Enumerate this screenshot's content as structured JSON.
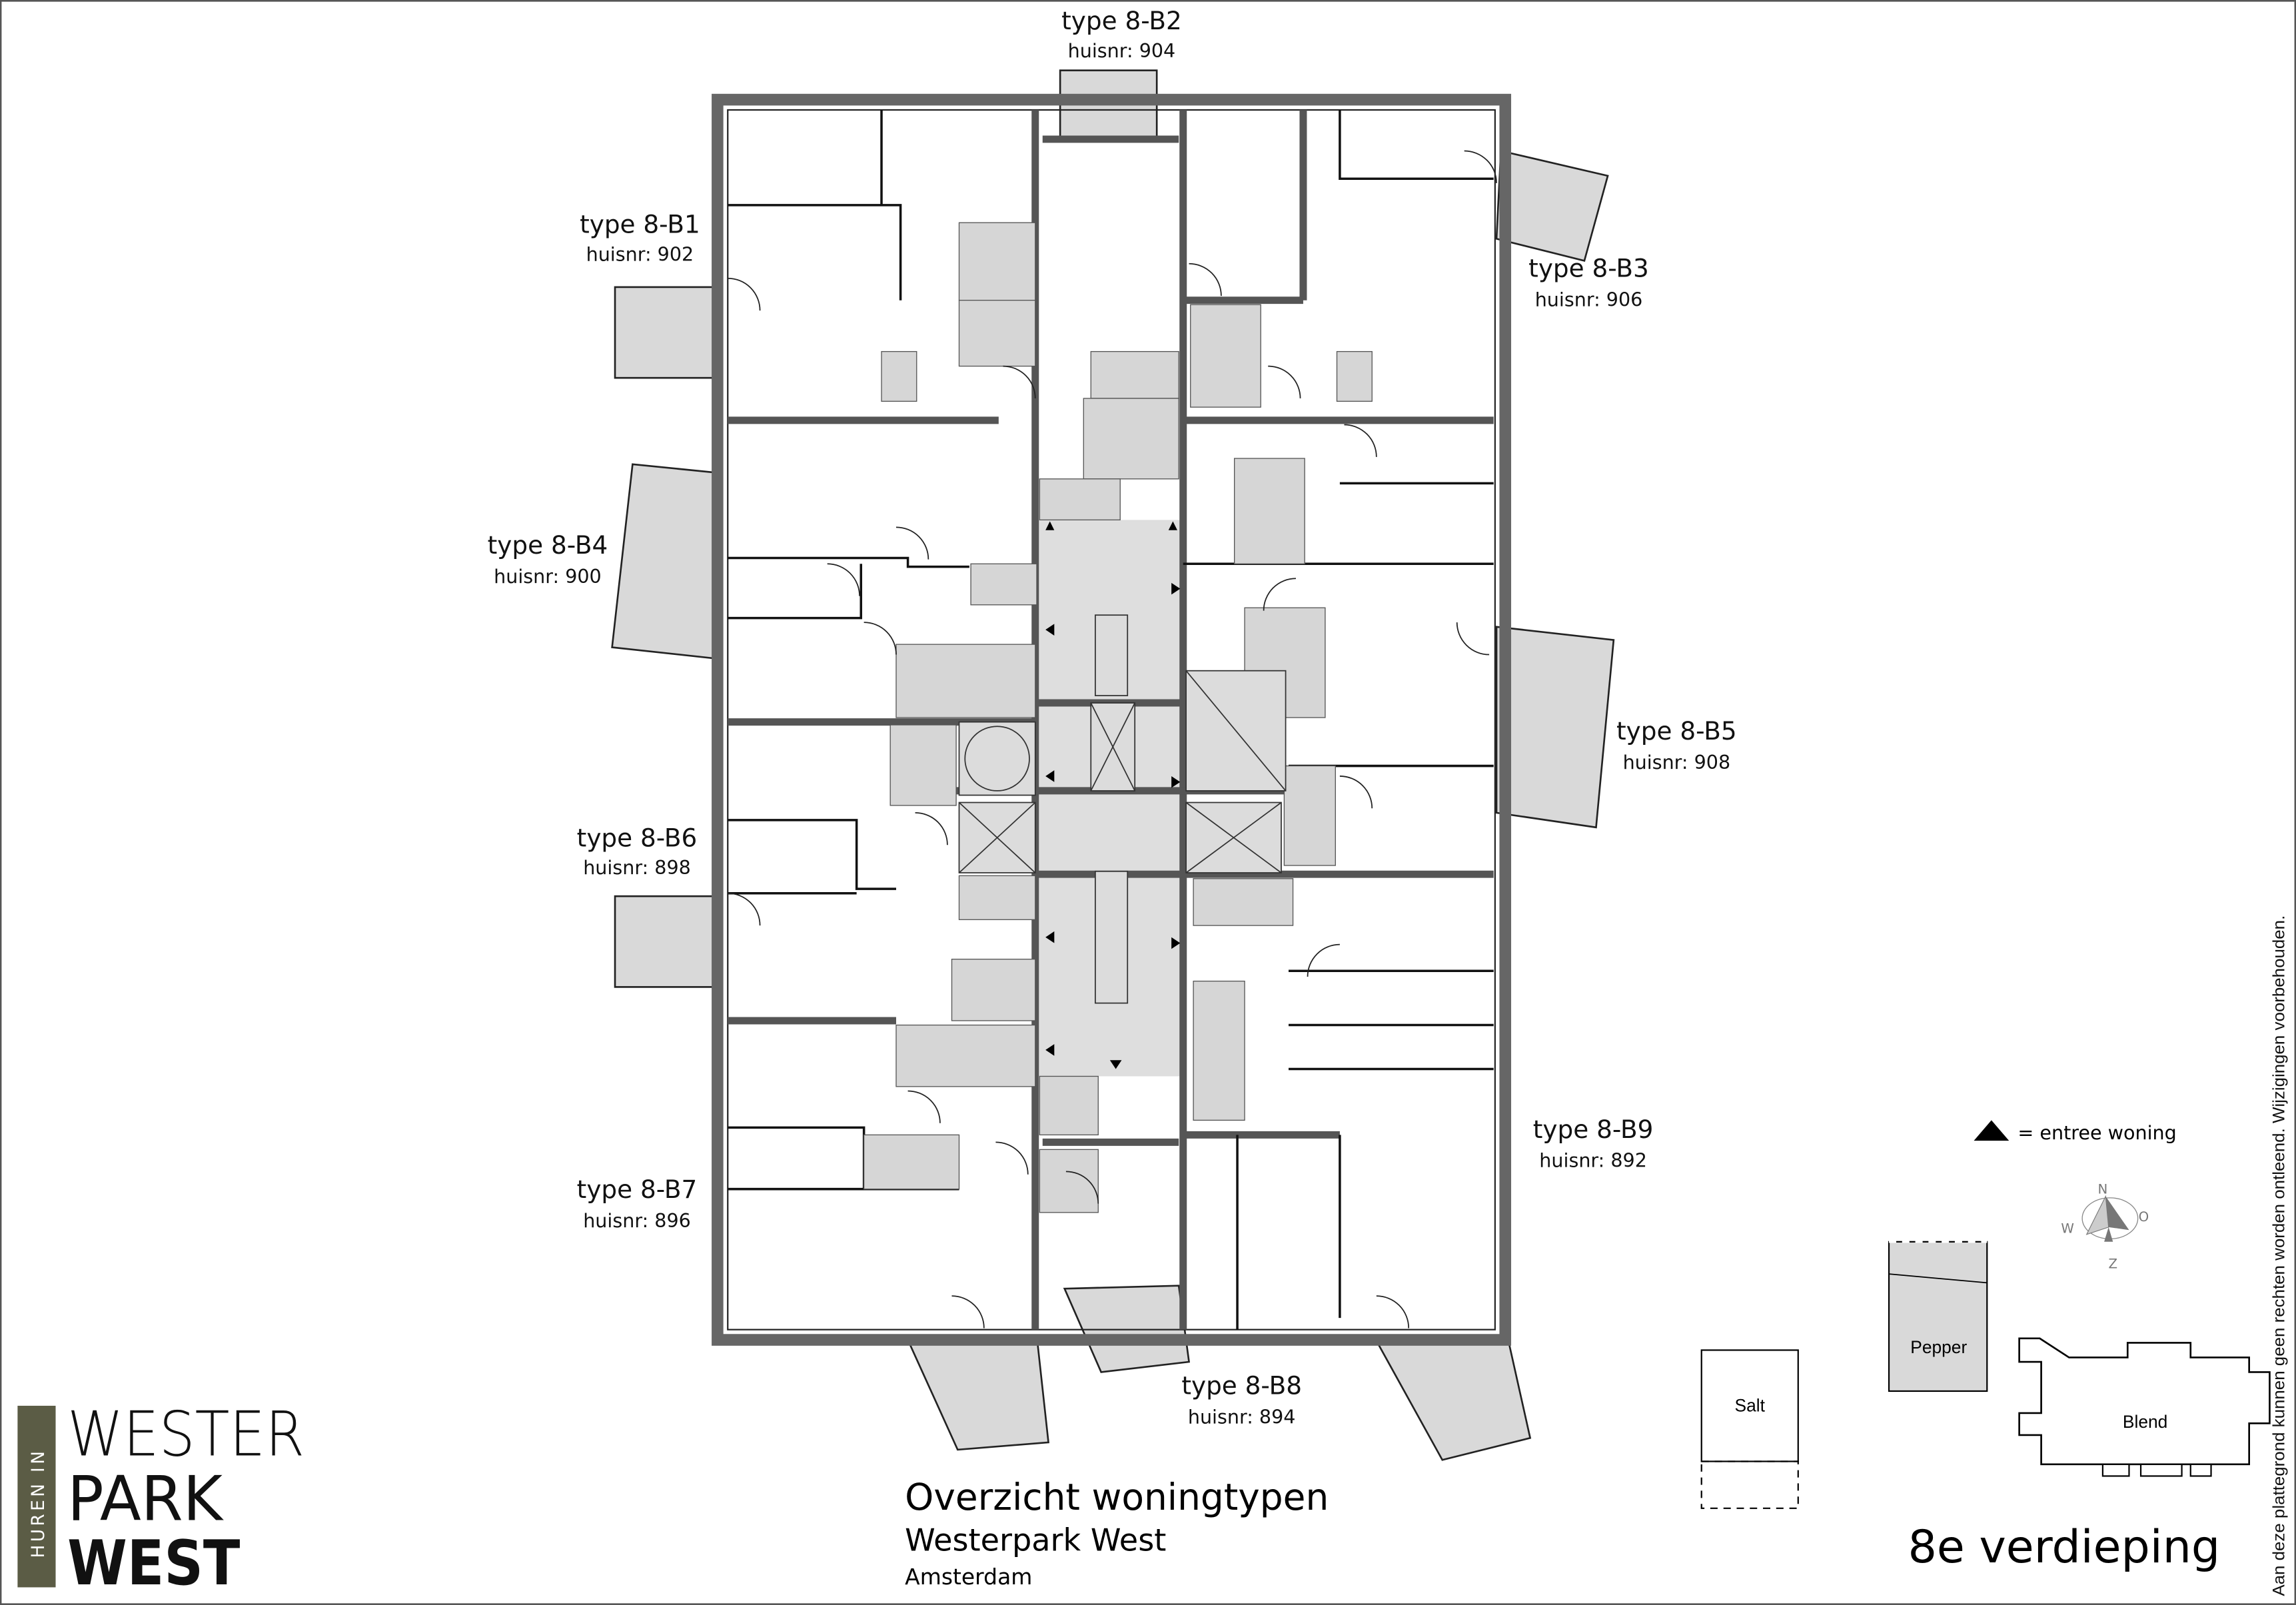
{
  "units": [
    {
      "type": "type 8-B2",
      "huisnr": "huisnr: 904"
    },
    {
      "type": "type 8-B1",
      "huisnr": "huisnr: 902"
    },
    {
      "type": "type 8-B3",
      "huisnr": "huisnr: 906"
    },
    {
      "type": "type 8-B4",
      "huisnr": "huisnr: 900"
    },
    {
      "type": "type 8-B5",
      "huisnr": "huisnr: 908"
    },
    {
      "type": "type 8-B6",
      "huisnr": "huisnr: 898"
    },
    {
      "type": "type 8-B9",
      "huisnr": "huisnr: 892"
    },
    {
      "type": "type 8-B7",
      "huisnr": "huisnr: 896"
    },
    {
      "type": "type 8-B8",
      "huisnr": "huisnr: 894"
    }
  ],
  "title": {
    "main": "Overzicht woningtypen",
    "project": "Westerpark West",
    "city": "Amsterdam"
  },
  "floor": "8e verdieping",
  "legend": {
    "entrance_icon": "triangle-up-icon",
    "entrance_label": "=  entree woning"
  },
  "compass": {
    "n": "N",
    "o": "O",
    "z": "Z",
    "w": "W"
  },
  "buildings": {
    "salt": "Salt",
    "pepper": "Pepper",
    "blend": "Blend"
  },
  "disclaimer": "Aan deze plattegrond kunnen geen rechten worden ontleend. Wijzigingen voorbehouden.",
  "logo": {
    "tag": "HUREN IN",
    "line1": "WESTER",
    "line2": "PARK",
    "line3": "WEST",
    "tag_color": "#5b5c45"
  }
}
